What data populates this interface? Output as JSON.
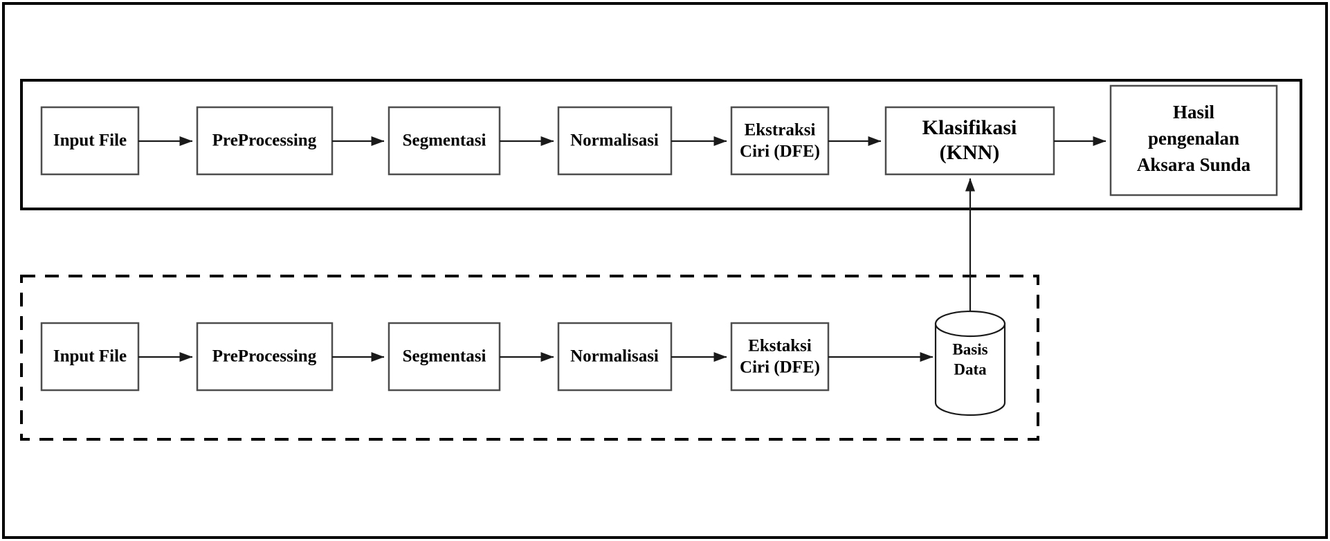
{
  "diagram": {
    "title": "Aksara Sunda recognition system flowchart",
    "colors": {
      "box_stroke": "#4d4d4d",
      "container_stroke": "#000000",
      "line": "#1a1a1a",
      "background": "#ffffff",
      "text": "#000000"
    },
    "recognition_flow": {
      "container_style": "solid",
      "nodes": [
        {
          "id": "input-file",
          "label": "Input File"
        },
        {
          "id": "preprocessing",
          "label": "PreProcessing"
        },
        {
          "id": "segmentasi",
          "label": "Segmentasi"
        },
        {
          "id": "normalisasi",
          "label": "Normalisasi"
        },
        {
          "id": "ekstraksi-ciri",
          "label_line1": "Ekstraksi",
          "label_line2": "Ciri (DFE)"
        },
        {
          "id": "klasifikasi",
          "label_line1": "Klasifikasi",
          "label_line2": "(KNN)"
        },
        {
          "id": "hasil",
          "label_line1": "Hasil",
          "label_line2": "pengenalan",
          "label_line3": "Aksara Sunda"
        }
      ]
    },
    "training_flow": {
      "container_style": "dashed",
      "nodes": [
        {
          "id": "input-file-2",
          "label": "Input File"
        },
        {
          "id": "preprocessing-2",
          "label": "PreProcessing"
        },
        {
          "id": "segmentasi-2",
          "label": "Segmentasi"
        },
        {
          "id": "normalisasi-2",
          "label": "Normalisasi"
        },
        {
          "id": "ekstaksi-ciri-2",
          "label_line1": "Ekstaksi",
          "label_line2": "Ciri (DFE)"
        },
        {
          "id": "basis-data",
          "label_line1": "Basis",
          "label_line2": "Data",
          "shape": "cylinder"
        }
      ]
    }
  }
}
